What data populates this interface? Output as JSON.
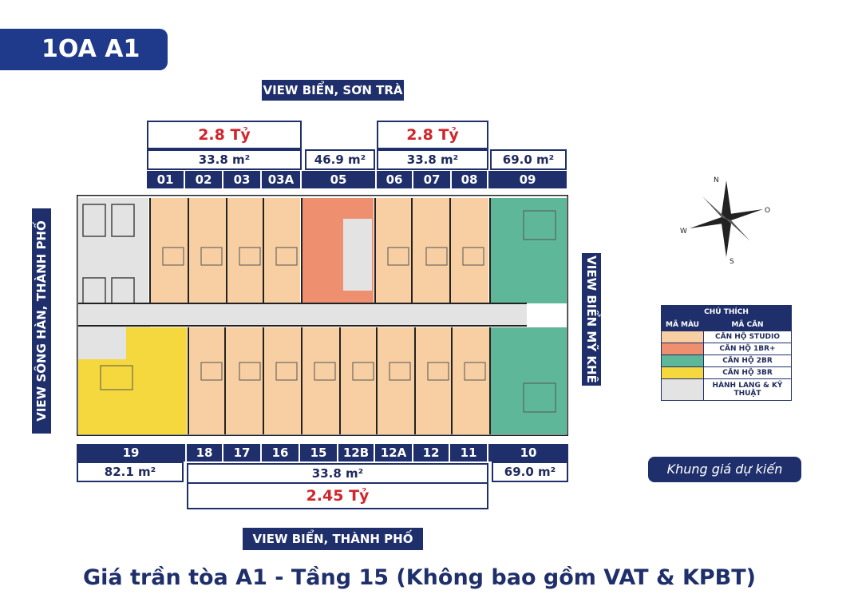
{
  "title": "1OA A1",
  "views": {
    "top": "VIEW BIỂN, SƠN TRÀ",
    "bottom": "VIEW BIỂN, THÀNH PHỐ",
    "left": "VIEW SÔNG HÀN, THÀNH PHỐ",
    "right": "VIEW BIỂN MỸ KHÊ"
  },
  "top_groups": [
    {
      "price": "2.8 Tỷ",
      "area": "33.8 m²",
      "units": [
        "01",
        "02",
        "03",
        "03A"
      ]
    },
    {
      "price": "",
      "area": "46.9 m²",
      "units": [
        "05"
      ]
    },
    {
      "price": "2.8 Tỷ",
      "area": "33.8 m²",
      "units": [
        "06",
        "07",
        "08"
      ]
    },
    {
      "price": "",
      "area": "69.0 m²",
      "units": [
        "09"
      ]
    }
  ],
  "bottom_groups": [
    {
      "price": "",
      "area": "82.1 m²",
      "units": [
        "19"
      ]
    },
    {
      "price": "2.45 Tỷ",
      "area": "33.8 m²",
      "units": [
        "18",
        "17",
        "16",
        "15",
        "12B",
        "12A",
        "12",
        "11"
      ]
    },
    {
      "price": "",
      "area": "69.0 m²",
      "units": [
        "10"
      ]
    }
  ],
  "compass": {
    "n": "N",
    "s": "S",
    "e": "O",
    "w": "W"
  },
  "legend": {
    "title": "CHÚ THÍCH",
    "col_color": "MÃ MÀU",
    "col_type": "MÃ CĂN",
    "rows": [
      {
        "label": "CĂN HỘ STUDIO",
        "color": "#f8cfa3"
      },
      {
        "label": "CĂN HỘ 1BR+",
        "color": "#ee8f6f"
      },
      {
        "label": "CĂN HỘ 2BR",
        "color": "#5fb79a"
      },
      {
        "label": "CĂN HỘ 3BR",
        "color": "#f5d83d"
      },
      {
        "label": "HÀNH LANG & KỸ THUẬT",
        "color": "#e3e3e3"
      }
    ]
  },
  "price_frame": "Khung giá dự kiến",
  "footer": "Giá trần tòa A1 - Tầng 15 (Không bao gồm VAT & KPBT)",
  "colors": {
    "navy": "#1f2f6b",
    "studio": "#f8cfa3",
    "br1": "#ee8f6f",
    "br2": "#5fb79a",
    "br3": "#f5d83d",
    "corridor": "#e3e3e3",
    "price": "#d1252b"
  }
}
